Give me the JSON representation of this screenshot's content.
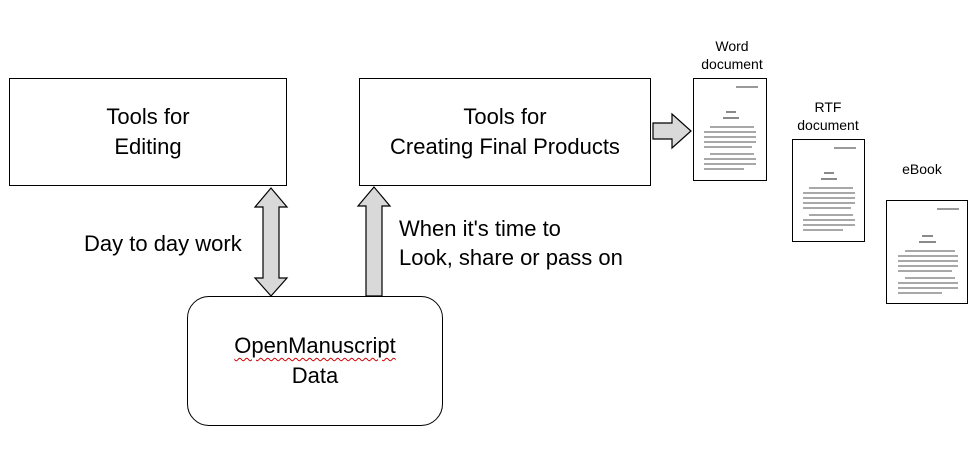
{
  "boxes": {
    "editing": {
      "line1": "Tools for",
      "line2": "Editing"
    },
    "final": {
      "line1": "Tools for",
      "line2": "Creating Final Products"
    },
    "data": {
      "line1": "OpenManuscript",
      "line2": "Data"
    }
  },
  "labels": {
    "day_to_day": "Day to day work",
    "when_time_line1": "When it's time to",
    "when_time_line2": "Look, share or pass on"
  },
  "documents": {
    "word": {
      "line1": "Word",
      "line2": "document"
    },
    "rtf": {
      "line1": "RTF",
      "line2": "document"
    },
    "ebook": {
      "line1": "eBook"
    }
  },
  "colors": {
    "arrow_fill": "#d9d9d9",
    "stroke": "#000000",
    "spellcheck": "#d00000"
  }
}
